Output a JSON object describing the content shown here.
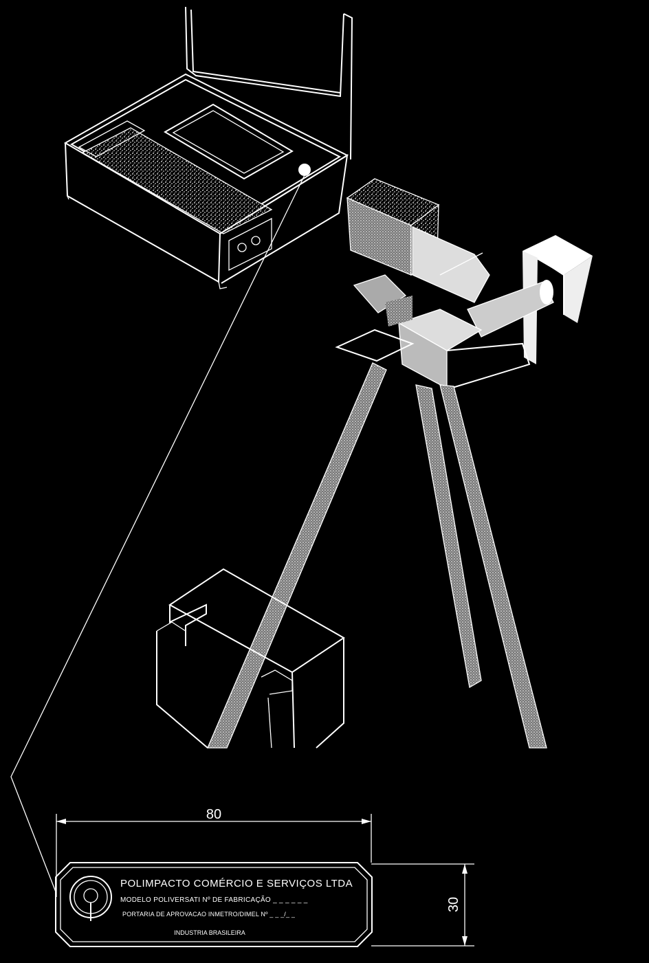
{
  "dimensions": {
    "width_label": "80",
    "height_label": "30"
  },
  "nameplate": {
    "company": "POLIMPACTO COMÉRCIO E SERVIÇOS LTDA",
    "model_line": "MODELO  POLIVERSATI Nº DE FABRICAÇÃO _ _ _ _ _ _",
    "approval_line": "PORTARIA DE APROVACAO INMETRO/DIMEL Nº _ _ _/_ _",
    "origin_line": "INDUSTRIA BRASILEIRA"
  },
  "colors": {
    "background": "#000000",
    "lines": "#ffffff"
  }
}
